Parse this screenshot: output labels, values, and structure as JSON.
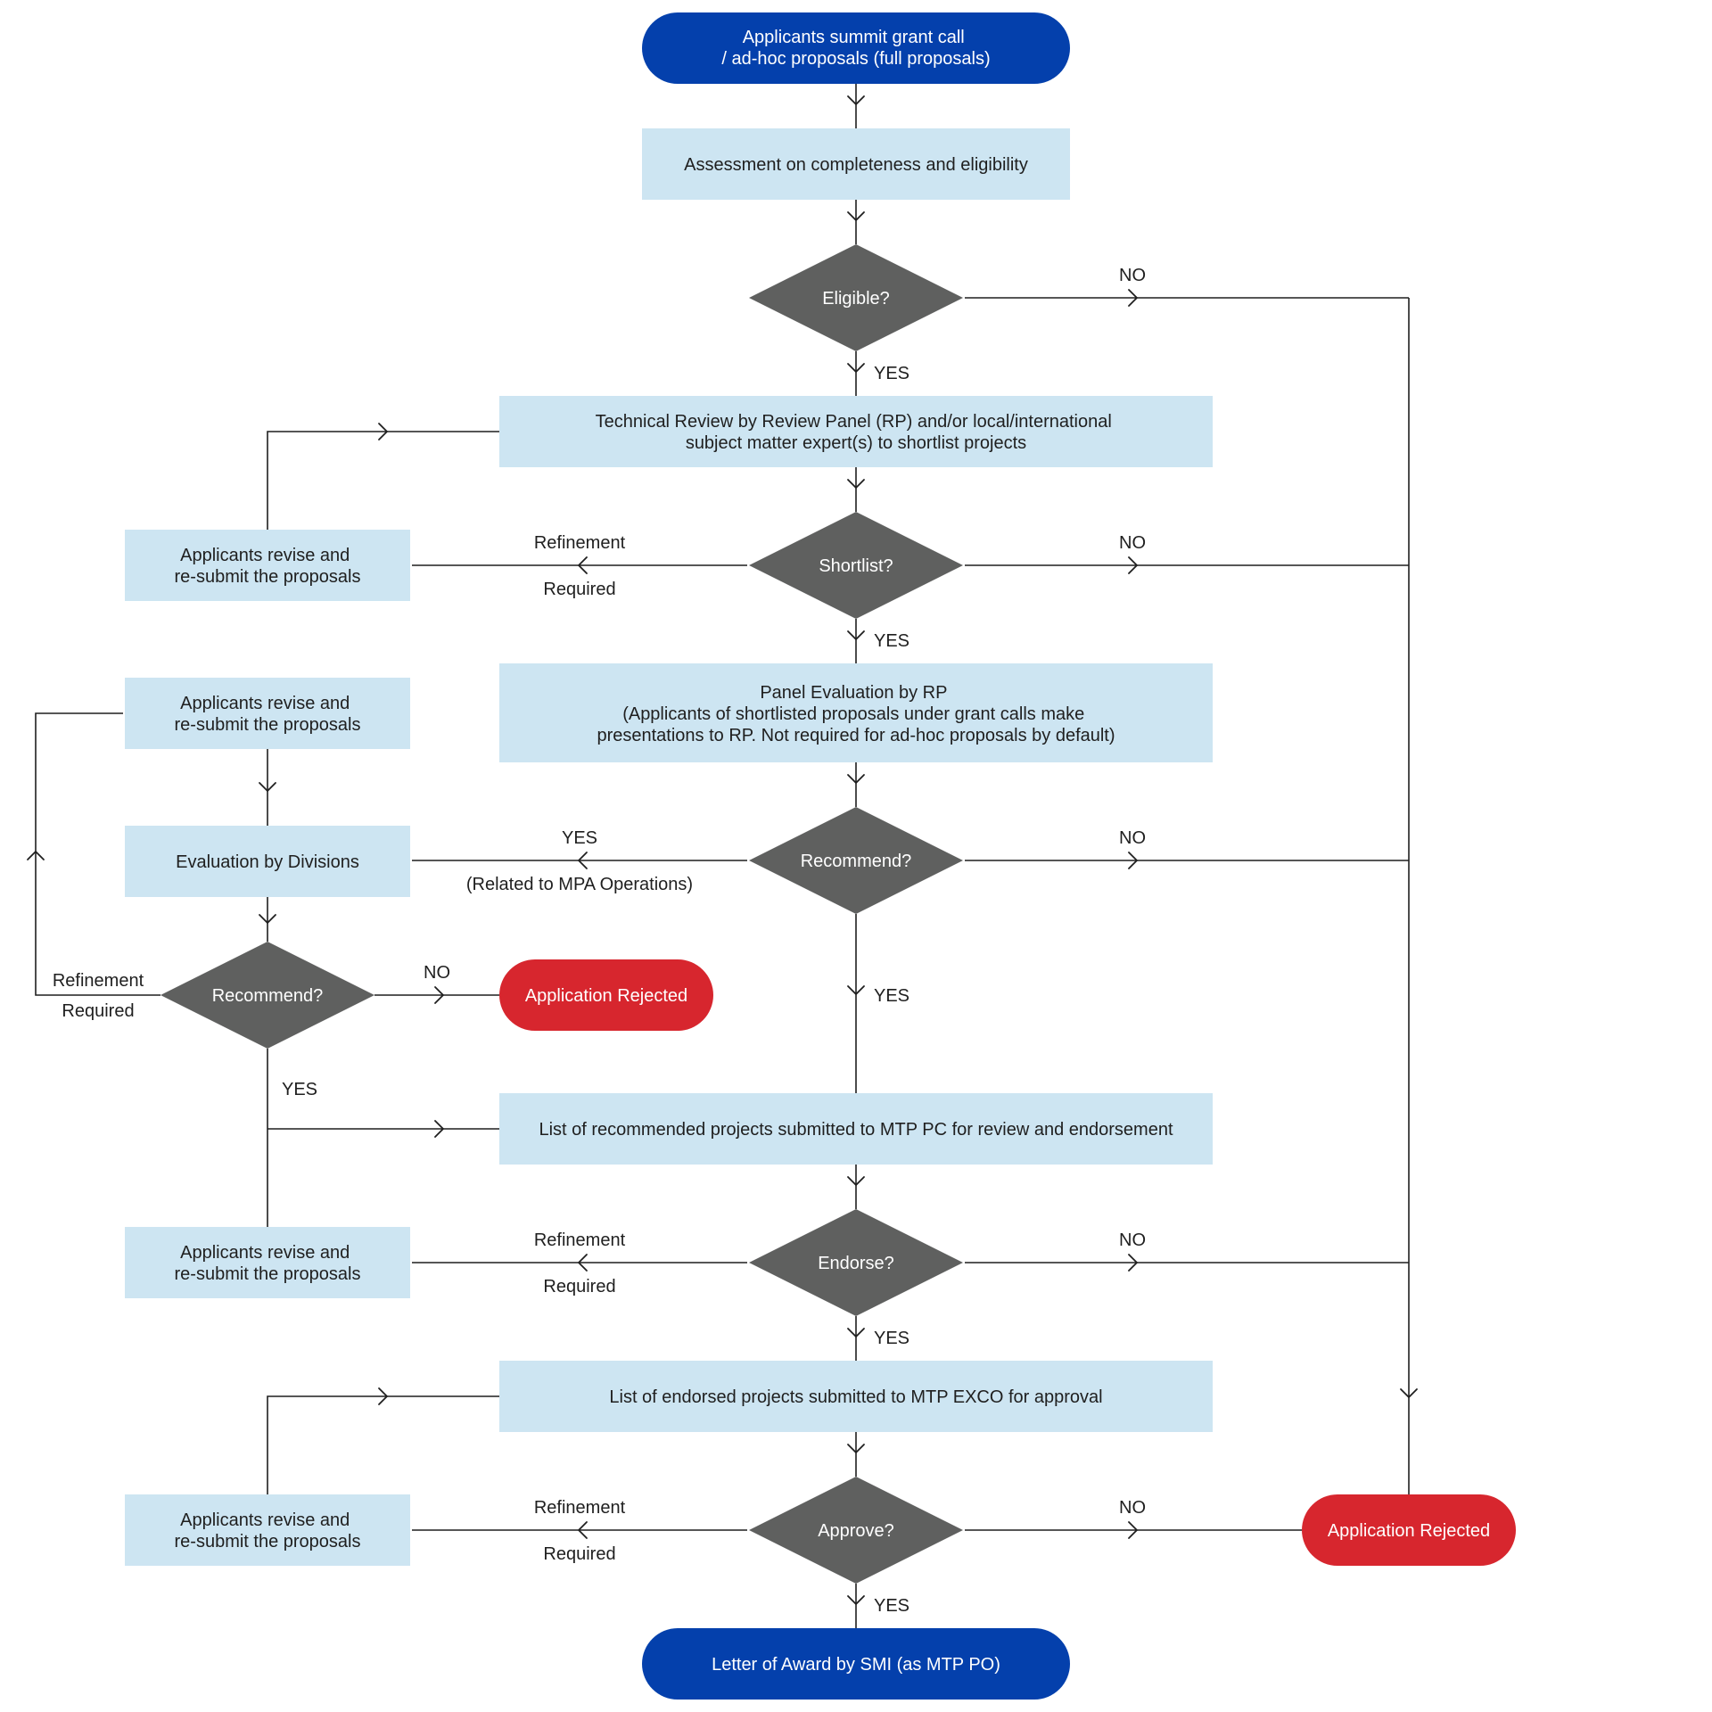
{
  "colors": {
    "process_fill": "#cde5f2",
    "terminal_blue": "#0440ac",
    "decision_gray": "#5f605f",
    "reject_red": "#d7262e",
    "line": "#1f1f1f"
  },
  "nodes": {
    "start": [
      "Applicants summit grant call",
      "/ ad-hoc proposals (full proposals)"
    ],
    "assessment": [
      "Assessment on completeness and eligibility"
    ],
    "eligible": "Eligible?",
    "technical_review": [
      "Technical Review by Review Panel (RP) and/or local/international",
      "subject matter expert(s) to shortlist projects"
    ],
    "shortlist": "Shortlist?",
    "revise_1": [
      "Applicants revise and",
      "re-submit the proposals"
    ],
    "panel_evaluation": [
      "Panel Evaluation by RP",
      "(Applicants of shortlisted proposals under grant calls make",
      "presentations to RP. Not required for ad-hoc proposals by default)"
    ],
    "revise_2": [
      "Applicants revise and",
      "re-submit the proposals"
    ],
    "evaluation_divisions": [
      "Evaluation by Divisions"
    ],
    "recommend_main": "Recommend?",
    "recommend_div": "Recommend?",
    "rejected_left": "Application Rejected",
    "list_recommended": [
      "List of recommended projects submitted to MTP PC for review and endorsement"
    ],
    "revise_3": [
      "Applicants revise and",
      "re-submit the proposals"
    ],
    "endorse": "Endorse?",
    "list_endorsed": [
      "List of endorsed projects submitted to MTP EXCO for approval"
    ],
    "revise_4": [
      "Applicants revise and",
      "re-submit the proposals"
    ],
    "approve": "Approve?",
    "rejected_right": "Application Rejected",
    "award": [
      "Letter of Award by SMI (as MTP PO)"
    ]
  },
  "labels": {
    "eligible_no": "NO",
    "eligible_yes": "YES",
    "shortlist_refinement": "Refinement",
    "shortlist_required": "Required",
    "shortlist_no": "NO",
    "shortlist_yes": "YES",
    "recommend_yes_left": "YES",
    "recommend_related": "(Related to MPA Operations)",
    "recommend_no": "NO",
    "recommend_yes_down": "YES",
    "div_refinement": "Refinement",
    "div_required": "Required",
    "div_no": "NO",
    "div_yes": "YES",
    "endorse_refinement": "Refinement",
    "endorse_required": "Required",
    "endorse_no": "NO",
    "endorse_yes": "YES",
    "approve_refinement": "Refinement",
    "approve_required": "Required",
    "approve_no": "NO",
    "approve_yes": "YES"
  }
}
